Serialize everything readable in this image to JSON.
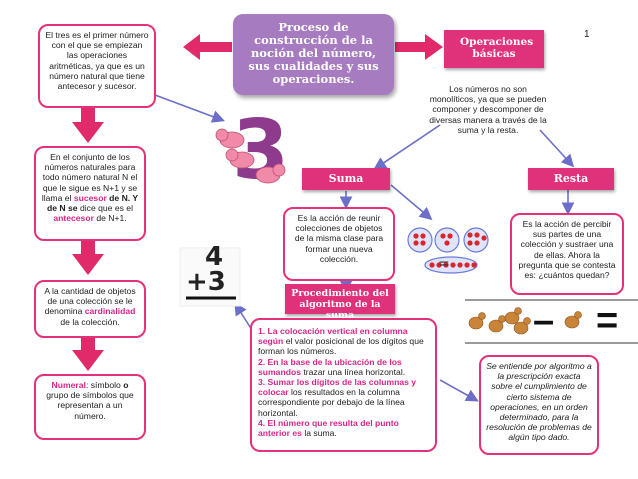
{
  "page_number": "1",
  "title": "Proceso de construcción de la noción del número, sus cualidades y sus operaciones.",
  "operaciones": {
    "header": "Operaciones básicas",
    "desc": "Los números no son monolíticos, ya que se pueden componer y descomponer de diversas manera a través de la suma y la resta."
  },
  "suma": {
    "header": "Suma",
    "desc": "Es la acción de reunir colecciones de objetos de la misma clase para formar una nueva colección."
  },
  "resta": {
    "header": "Resta",
    "desc": "Es la acción de percibir sus partes de una colección y sustraer una de ellas. Ahora la pregunta que se contesta es: ¿cuántos quedan?"
  },
  "procedimiento": {
    "header": "Procedimiento del algoritmo de la suma",
    "step1_a": "1. La colocación vertical en columna según",
    "step1_b": " el valor posicional de los dígitos que forman los números.",
    "step2_a": "2. En la base de la ubicación de los sumandos",
    "step2_b": " trazar una línea horizontal.",
    "step3_a": "3. Sumar los dígitos de las columnas y colocar",
    "step3_b": " los resultados en la columna correspondiente por debajo de la línea horizontal.",
    "step4_a": "4. El número que resulta del punto anterior es",
    "step4_b": " la suma."
  },
  "algoritmo": "Se entiende por algoritmo a la prescripción exacta sobre el cumplimiento de cierto sistema de operaciones, en un orden determinado, para la resolución de problemas de algún tipo dado.",
  "left": {
    "box1": "El tres es el primer número con el que se empiezan las operaciones aritméticas, ya que es un número natural que tiene antecesor y sucesor.",
    "box2_a": "En el conjunto de los números naturales para todo número natural N el que le sigue es N+1 y se llama el ",
    "box2_sucesor": "sucesor",
    "box2_b": " de N. Y de N se",
    "box2_c": " dice que es el ",
    "box2_antecesor": "antecesor",
    "box2_d": " de N+1.",
    "box3_a": "A la cantidad de objetos de una colección se le denomina ",
    "box3_cardinalidad": "cardinalidad",
    "box3_b": " de la colección.",
    "box4_numeral": "Numeral",
    "box4_a": ": símbolo ",
    "box4_o": "o",
    "box4_b": " grupo de símbolos que representan a un número."
  },
  "illustrations": {
    "three": "3",
    "addition_top": "4",
    "addition_bottom": "+3",
    "minus": "–",
    "equals": "="
  },
  "colors": {
    "pink": "#e0317b",
    "pink_border": "#e5317a",
    "purple": "#a77bbf",
    "blue_arrow": "#6b6fc9",
    "red_arrow": "#e02a6a"
  }
}
